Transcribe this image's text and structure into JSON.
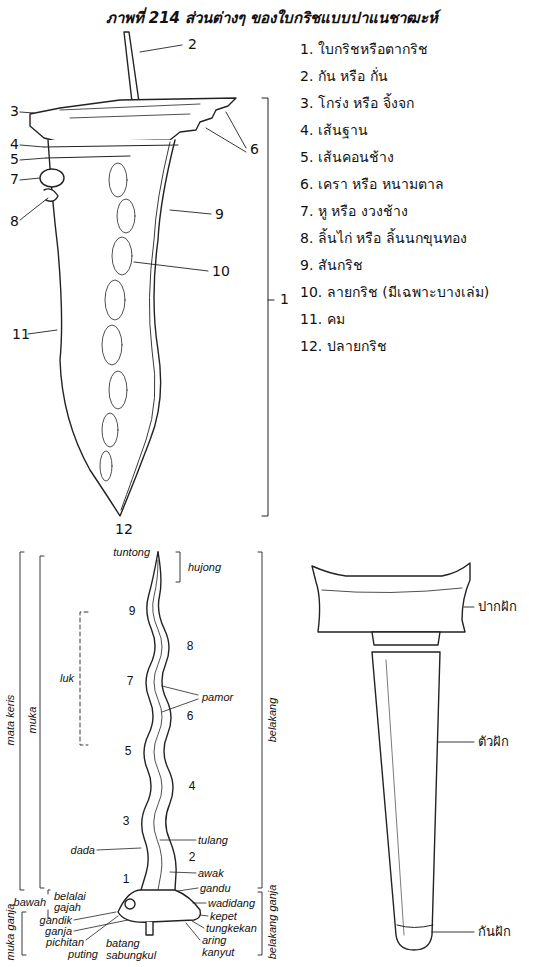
{
  "diagram": {
    "title": "ภาพที่ 214 ส่วนต่างๆ ของใบกริชแบบปาแนชาฒะห์",
    "labels": [
      "2",
      "3",
      "4",
      "5",
      "6",
      "7",
      "8",
      "9",
      "10",
      "1",
      "11",
      "12",
      "1. ใบกริชหรือตากริช",
      "2. กัน หรือ กั่น",
      "3. โกร่ง หรือ จิ้งจก",
      "4. เส้นฐาน",
      "5. เส้นคอนช้าง",
      "6. เครา หรือ หนามตาล",
      "7. หู หรือ งวงช้าง",
      "8. ลิ้นไก่ หรือ ลิ้นนกขุนทอง",
      "9. สันกริช",
      "10. ลายกริช (มีเฉพาะบางเล่ม)",
      "11. คม",
      "12. ปลายกริช",
      "tuntong",
      "hujong",
      "9",
      "8",
      "luk",
      "7",
      "pamor",
      "6",
      "5",
      "4",
      "3",
      "tulang",
      "dada",
      "2",
      "awak",
      "gandu",
      "1",
      "belalai gajah",
      "bawah",
      "wadidang",
      "gandik",
      "ganja",
      "pichitan",
      "puting",
      "batang",
      "sabungkul",
      "kepet",
      "tungkekan",
      "aring",
      "kanyut",
      "mata keris",
      "muka",
      "muka ganja",
      "belakang",
      "belakang ganja",
      "ปากฝัก",
      "ตัวฝัก",
      "กันฝัก"
    ]
  }
}
